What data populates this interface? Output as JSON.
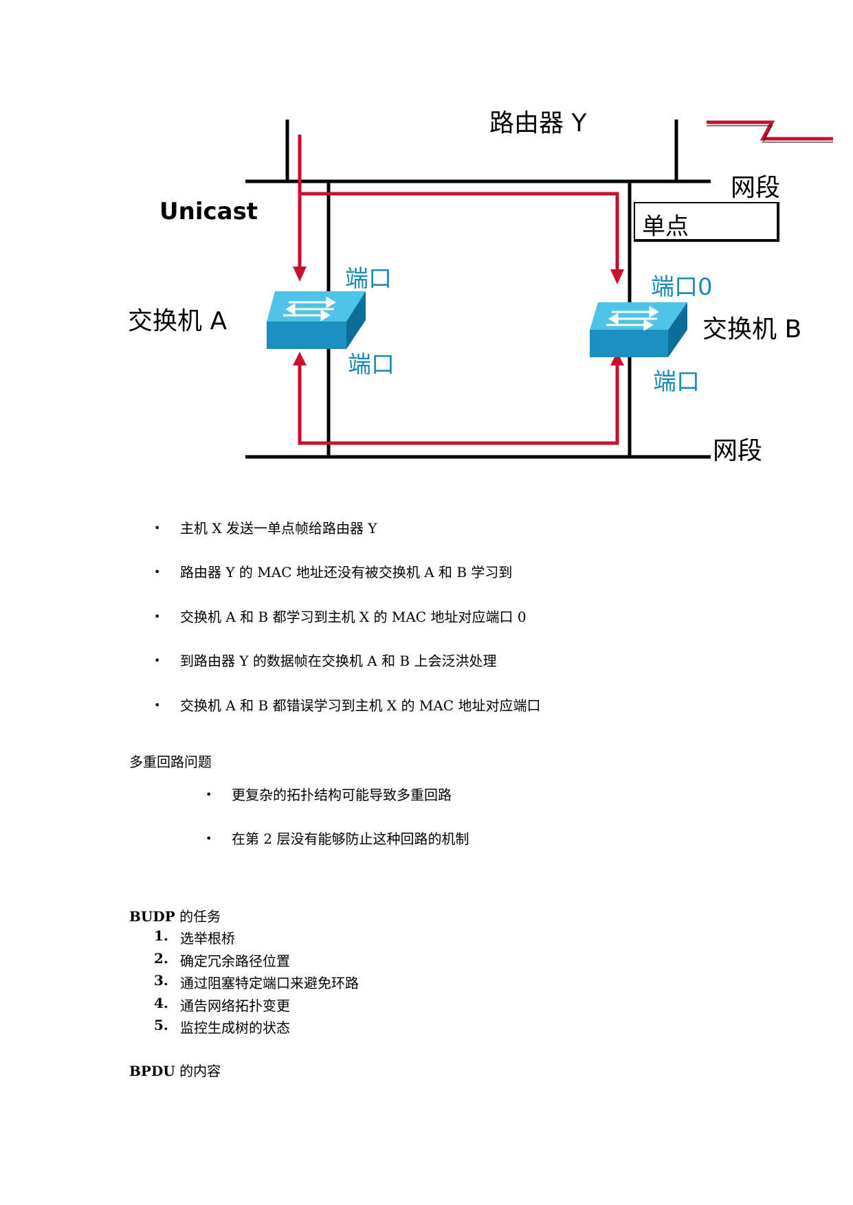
{
  "diagram": {
    "router_label": "路由器 Y",
    "segment_top_label": "网段",
    "segment_bottom_label": "网段",
    "unicast_label": "Unicast",
    "unicast_box_label": "单点",
    "switch_a_label": "交换机 A",
    "switch_b_label": "交换机 B",
    "switch_a_port_top": "端口",
    "switch_a_port_bottom": "端口",
    "switch_b_port_top": "端口0",
    "switch_b_port_bottom": "端口",
    "colors": {
      "path": "#c8102e",
      "switch_top": "#4fc3e8",
      "switch_side": "#1a8fc0",
      "port_text": "#1c8ab8"
    }
  },
  "bullets": [
    "主机 X 发送一单点帧给路由器 Y",
    "路由器 Y 的 MAC 地址还没有被交换机 A 和 B 学习到",
    "交换机 A 和 B 都学习到主机 X 的 MAC 地址对应端口 0",
    "到路由器 Y 的数据帧在交换机 A 和 B 上会泛洪处理",
    "交换机 A 和 B 都错误学习到主机 X 的 MAC 地址对应端口"
  ],
  "loop_heading": "多重回路问题",
  "loop_bullets": [
    "更复杂的拓扑结构可能导致多重回路",
    "在第 2 层没有能够防止这种回路的机制"
  ],
  "budp_heading": {
    "acronym": "BUDP",
    "rest": " 的任务"
  },
  "budp_items": [
    {
      "num": "1.",
      "text": "选举根桥"
    },
    {
      "num": "2.",
      "text": "确定冗余路径位置"
    },
    {
      "num": "3.",
      "text": "通过阻塞特定端口来避免环路"
    },
    {
      "num": "4.",
      "text": "通告网络拓扑变更"
    },
    {
      "num": "5.",
      "text": "监控生成树的状态"
    }
  ],
  "bpdu_heading": {
    "acronym": "BPDU",
    "rest": " 的内容"
  }
}
